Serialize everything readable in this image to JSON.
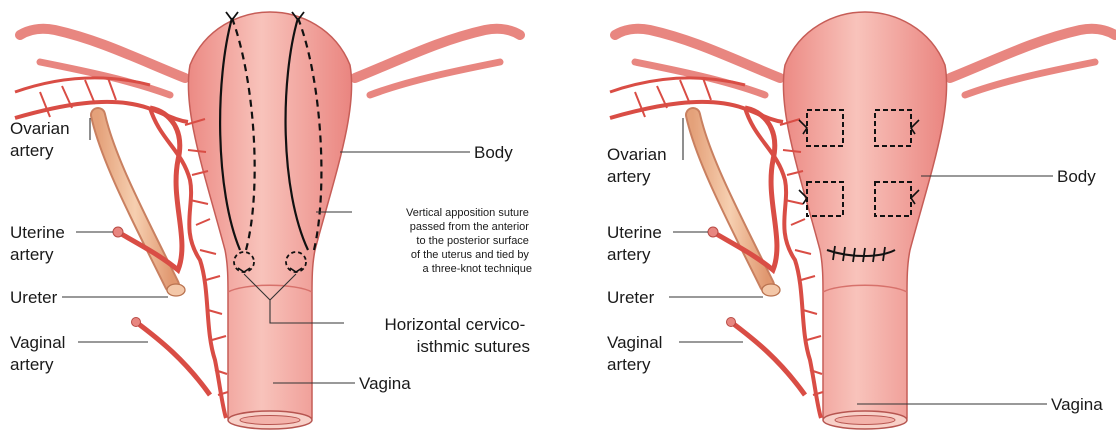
{
  "left_panel": {
    "labels": {
      "ovarian": [
        "Ovarian",
        "artery"
      ],
      "uterine": [
        "Uterine",
        "artery"
      ],
      "ureter": "Ureter",
      "vaginal": [
        "Vaginal",
        "artery"
      ],
      "body": "Body",
      "vagina": "Vagina",
      "vertical_suture": [
        "Vertical apposition suture",
        "passed from the anterior",
        "to the posterior surface",
        "of the uterus and tied by",
        "a three-knot technique"
      ],
      "horizontal_sutures": [
        "Horizontal cervico-",
        "isthmic sutures"
      ]
    }
  },
  "right_panel": {
    "labels": {
      "ovarian": [
        "Ovarian",
        "artery"
      ],
      "uterine": [
        "Uterine",
        "artery"
      ],
      "ureter": "Ureter",
      "vaginal": [
        "Vaginal",
        "artery"
      ],
      "body": "Body",
      "vagina": "Vagina"
    }
  },
  "colors": {
    "uterus": "#f0908a",
    "uterus_light": "#f8c2b9",
    "artery": "#e0564e",
    "ureter": "#eab08a",
    "background": "#ffffff"
  }
}
